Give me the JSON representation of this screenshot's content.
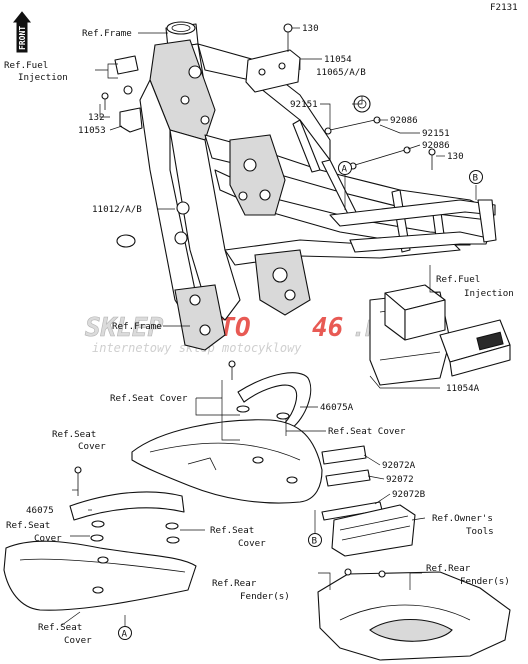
{
  "figure_code": "F2131",
  "front_badge": "FRONT",
  "watermark": {
    "brand_left": "SKLEP",
    "brand_mid": "MOTO",
    "brand_num": "46",
    "brand_tld": ".PL",
    "tagline": "internetowy sklep motocyklowy"
  },
  "colors": {
    "ink": "#111111",
    "watermark_red": "#e1241c",
    "watermark_grey": "#bdbdbd"
  },
  "labels": {
    "ref_frame_top": "Ref.Frame",
    "ref_fuel_injection_left_1": "Ref.Fuel",
    "ref_fuel_injection_left_2": "Injection",
    "part_130_top": "130",
    "part_11054": "11054",
    "part_11065": "11065/A/B",
    "part_132": "132",
    "part_11053": "11053",
    "part_92151_left": "92151",
    "part_92086_top": "92086",
    "part_92151_right": "92151",
    "part_92086_right": "92086",
    "part_130_right": "130",
    "part_11012": "11012/A/B",
    "callout_a_top": "A",
    "callout_b_top": "B",
    "ref_fuel_injection_right_1": "Ref.Fuel",
    "ref_fuel_injection_right_2": "Injection",
    "ref_frame_mid": "Ref.Frame",
    "part_11054a": "11054A",
    "ref_seat_cover_upper": "Ref.Seat Cover",
    "part_46075a": "46075A",
    "ref_seat_cover_mid": "Ref.Seat Cover",
    "ref_seat_cover_left_1": "Ref.Seat",
    "ref_seat_cover_left_2": "Cover",
    "part_92072a": "92072A",
    "part_92072": "92072",
    "part_92072b": "92072B",
    "part_46075": "46075",
    "ref_owners_tools_1": "Ref.Owner's",
    "ref_owners_tools_2": "Tools",
    "ref_seat_cover_lower_left_1": "Ref.Seat",
    "ref_seat_cover_lower_left_2": "Cover",
    "ref_seat_cover_lower_right_1": "Ref.Seat",
    "ref_seat_cover_lower_right_2": "Cover",
    "callout_b_bottom": "B",
    "ref_rear_fender_right_1": "Ref.Rear",
    "ref_rear_fender_right_2": "Fender(s)",
    "ref_rear_fender_mid_1": "Ref.Rear",
    "ref_rear_fender_mid_2": "Fender(s)",
    "ref_seat_cover_bottom_1": "Ref.Seat",
    "ref_seat_cover_bottom_2": "Cover",
    "callout_a_bottom": "A"
  }
}
